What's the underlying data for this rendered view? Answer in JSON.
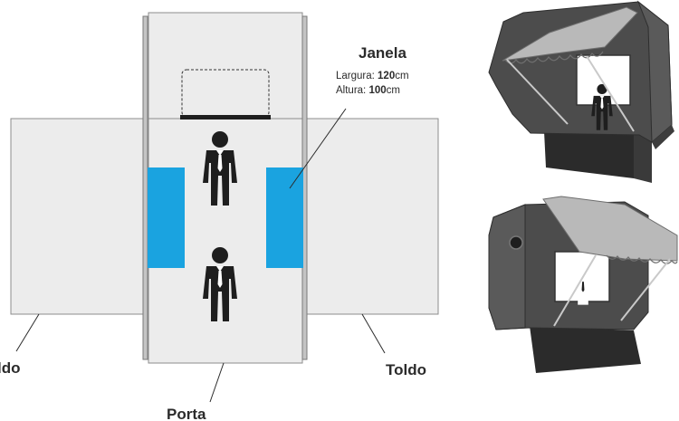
{
  "labels": {
    "janela": "Janela",
    "largura_label": "Largura: ",
    "largura_value": "120",
    "largura_unit": "cm",
    "altura_label": "Altura: ",
    "altura_value": "100",
    "altura_unit": "cm",
    "toldo_left": "ldo",
    "toldo_right": "Toldo",
    "porta": "Porta"
  },
  "colors": {
    "window_blue": "#1aa3e0",
    "panel_fill": "#ececec",
    "panel_stroke": "#8c8c8c",
    "booth_dark": "#4c4c4c",
    "awning_light": "#b9b9b9"
  },
  "icons": [
    "person-icon",
    "person-icon",
    "person-icon",
    "person-icon"
  ]
}
